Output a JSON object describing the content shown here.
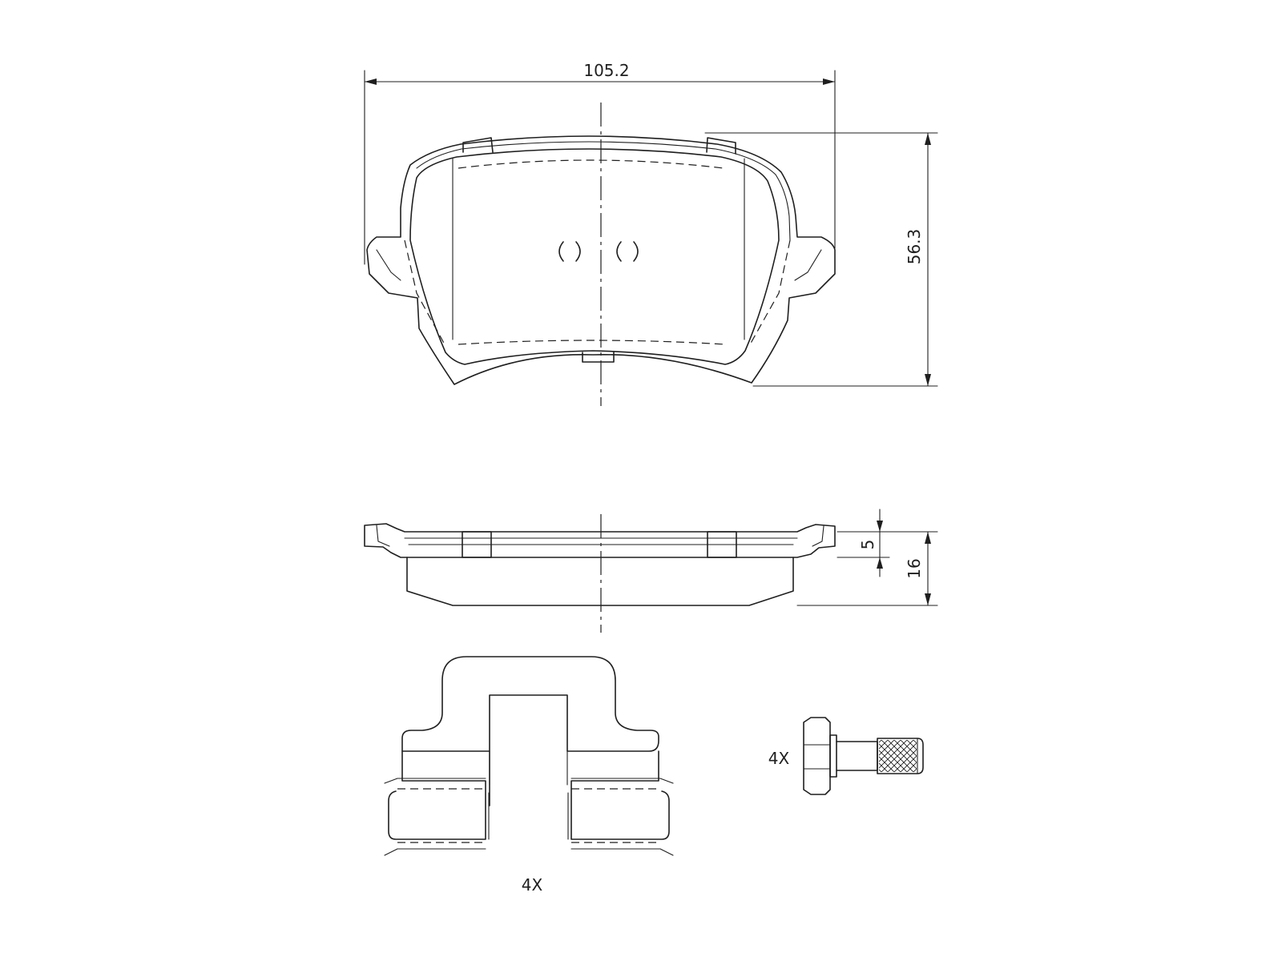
{
  "dimensions": {
    "width": "105.2",
    "height": "56.3",
    "backing_plate_thickness": "5",
    "total_thickness": "16"
  },
  "quantities": {
    "clip": "4X",
    "bolt": "4X"
  },
  "colors": {
    "line": "#1f1f1f",
    "background": "#ffffff"
  }
}
